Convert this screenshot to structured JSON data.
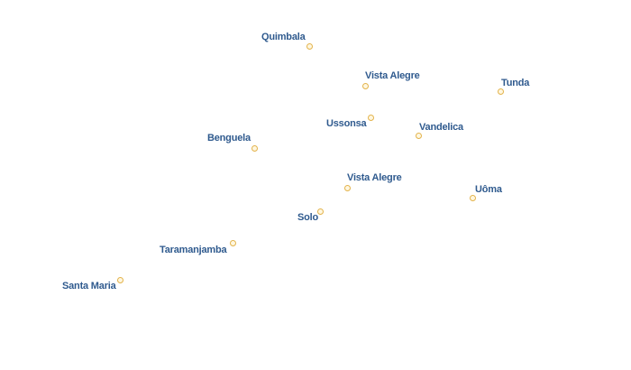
{
  "map": {
    "places": [
      {
        "id": "quimbala",
        "name": "Quimbala",
        "marker_color": "#e3b34c"
      },
      {
        "id": "vista-alegre-north",
        "name": "Vista Alegre",
        "marker_color": "#e3b34c"
      },
      {
        "id": "tunda",
        "name": "Tunda",
        "marker_color": "#e3b34c"
      },
      {
        "id": "ussonsa",
        "name": "Ussonsa",
        "marker_color": "#e3b34c"
      },
      {
        "id": "vandelica",
        "name": "Vandelica",
        "marker_color": "#e3b34c"
      },
      {
        "id": "benguela",
        "name": "Benguela",
        "marker_color": "#e3b34c"
      },
      {
        "id": "vista-alegre-south",
        "name": "Vista Alegre",
        "marker_color": "#e3b34c"
      },
      {
        "id": "uoma",
        "name": "Uôma",
        "marker_color": "#e3b34c"
      },
      {
        "id": "solo",
        "name": "Solo",
        "marker_color": "#e3b34c"
      },
      {
        "id": "taramanjamba",
        "name": "Taramanjamba",
        "marker_color": "#e3b34c"
      },
      {
        "id": "santa-maria",
        "name": "Santa Maria",
        "marker_color": "#e3b34c"
      }
    ],
    "label_color": "#2f5a8e",
    "background_color": "#ffffff"
  }
}
